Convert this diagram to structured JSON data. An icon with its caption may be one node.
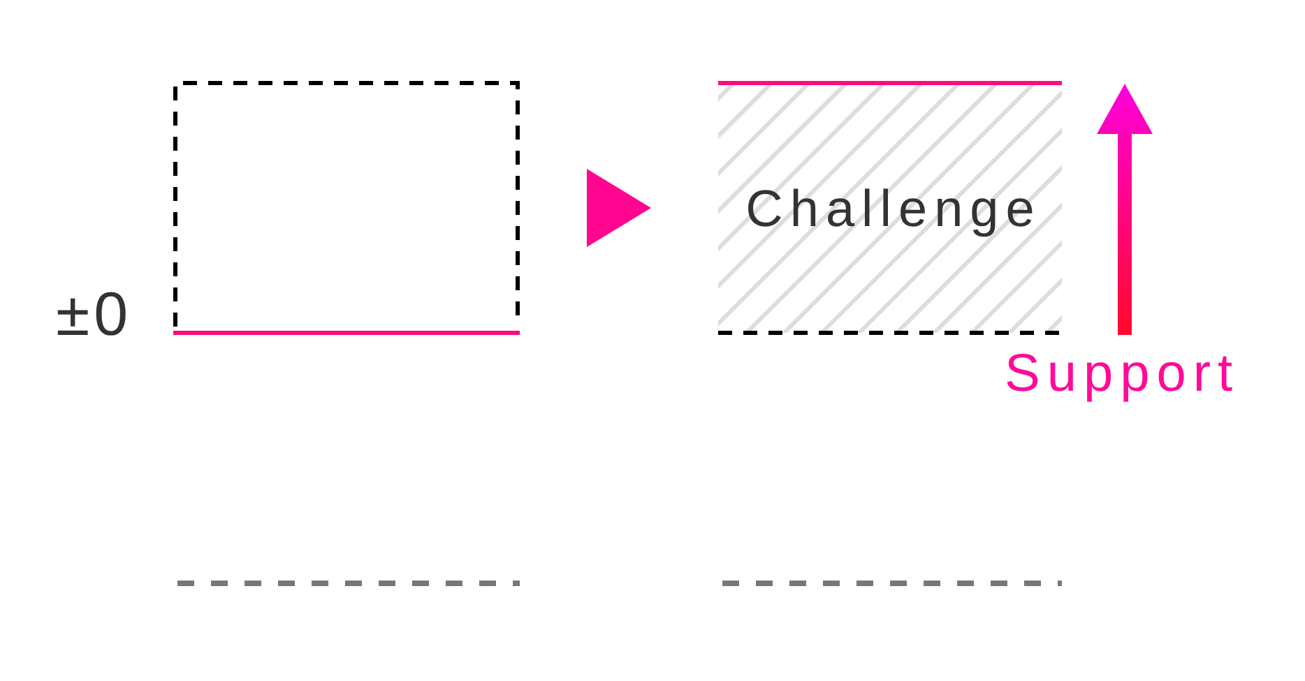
{
  "diagram": {
    "nodes": [
      {
        "text": [],
        "shape": "box"
      },
      {
        "text": [
          "Challenge"
        ]
      }
    ],
    "edges": [
      {
        "from": 0,
        "to": 1,
        "arrow": "to"
      }
    ],
    "labels": [
      "±0",
      "Support"
    ]
  }
}
